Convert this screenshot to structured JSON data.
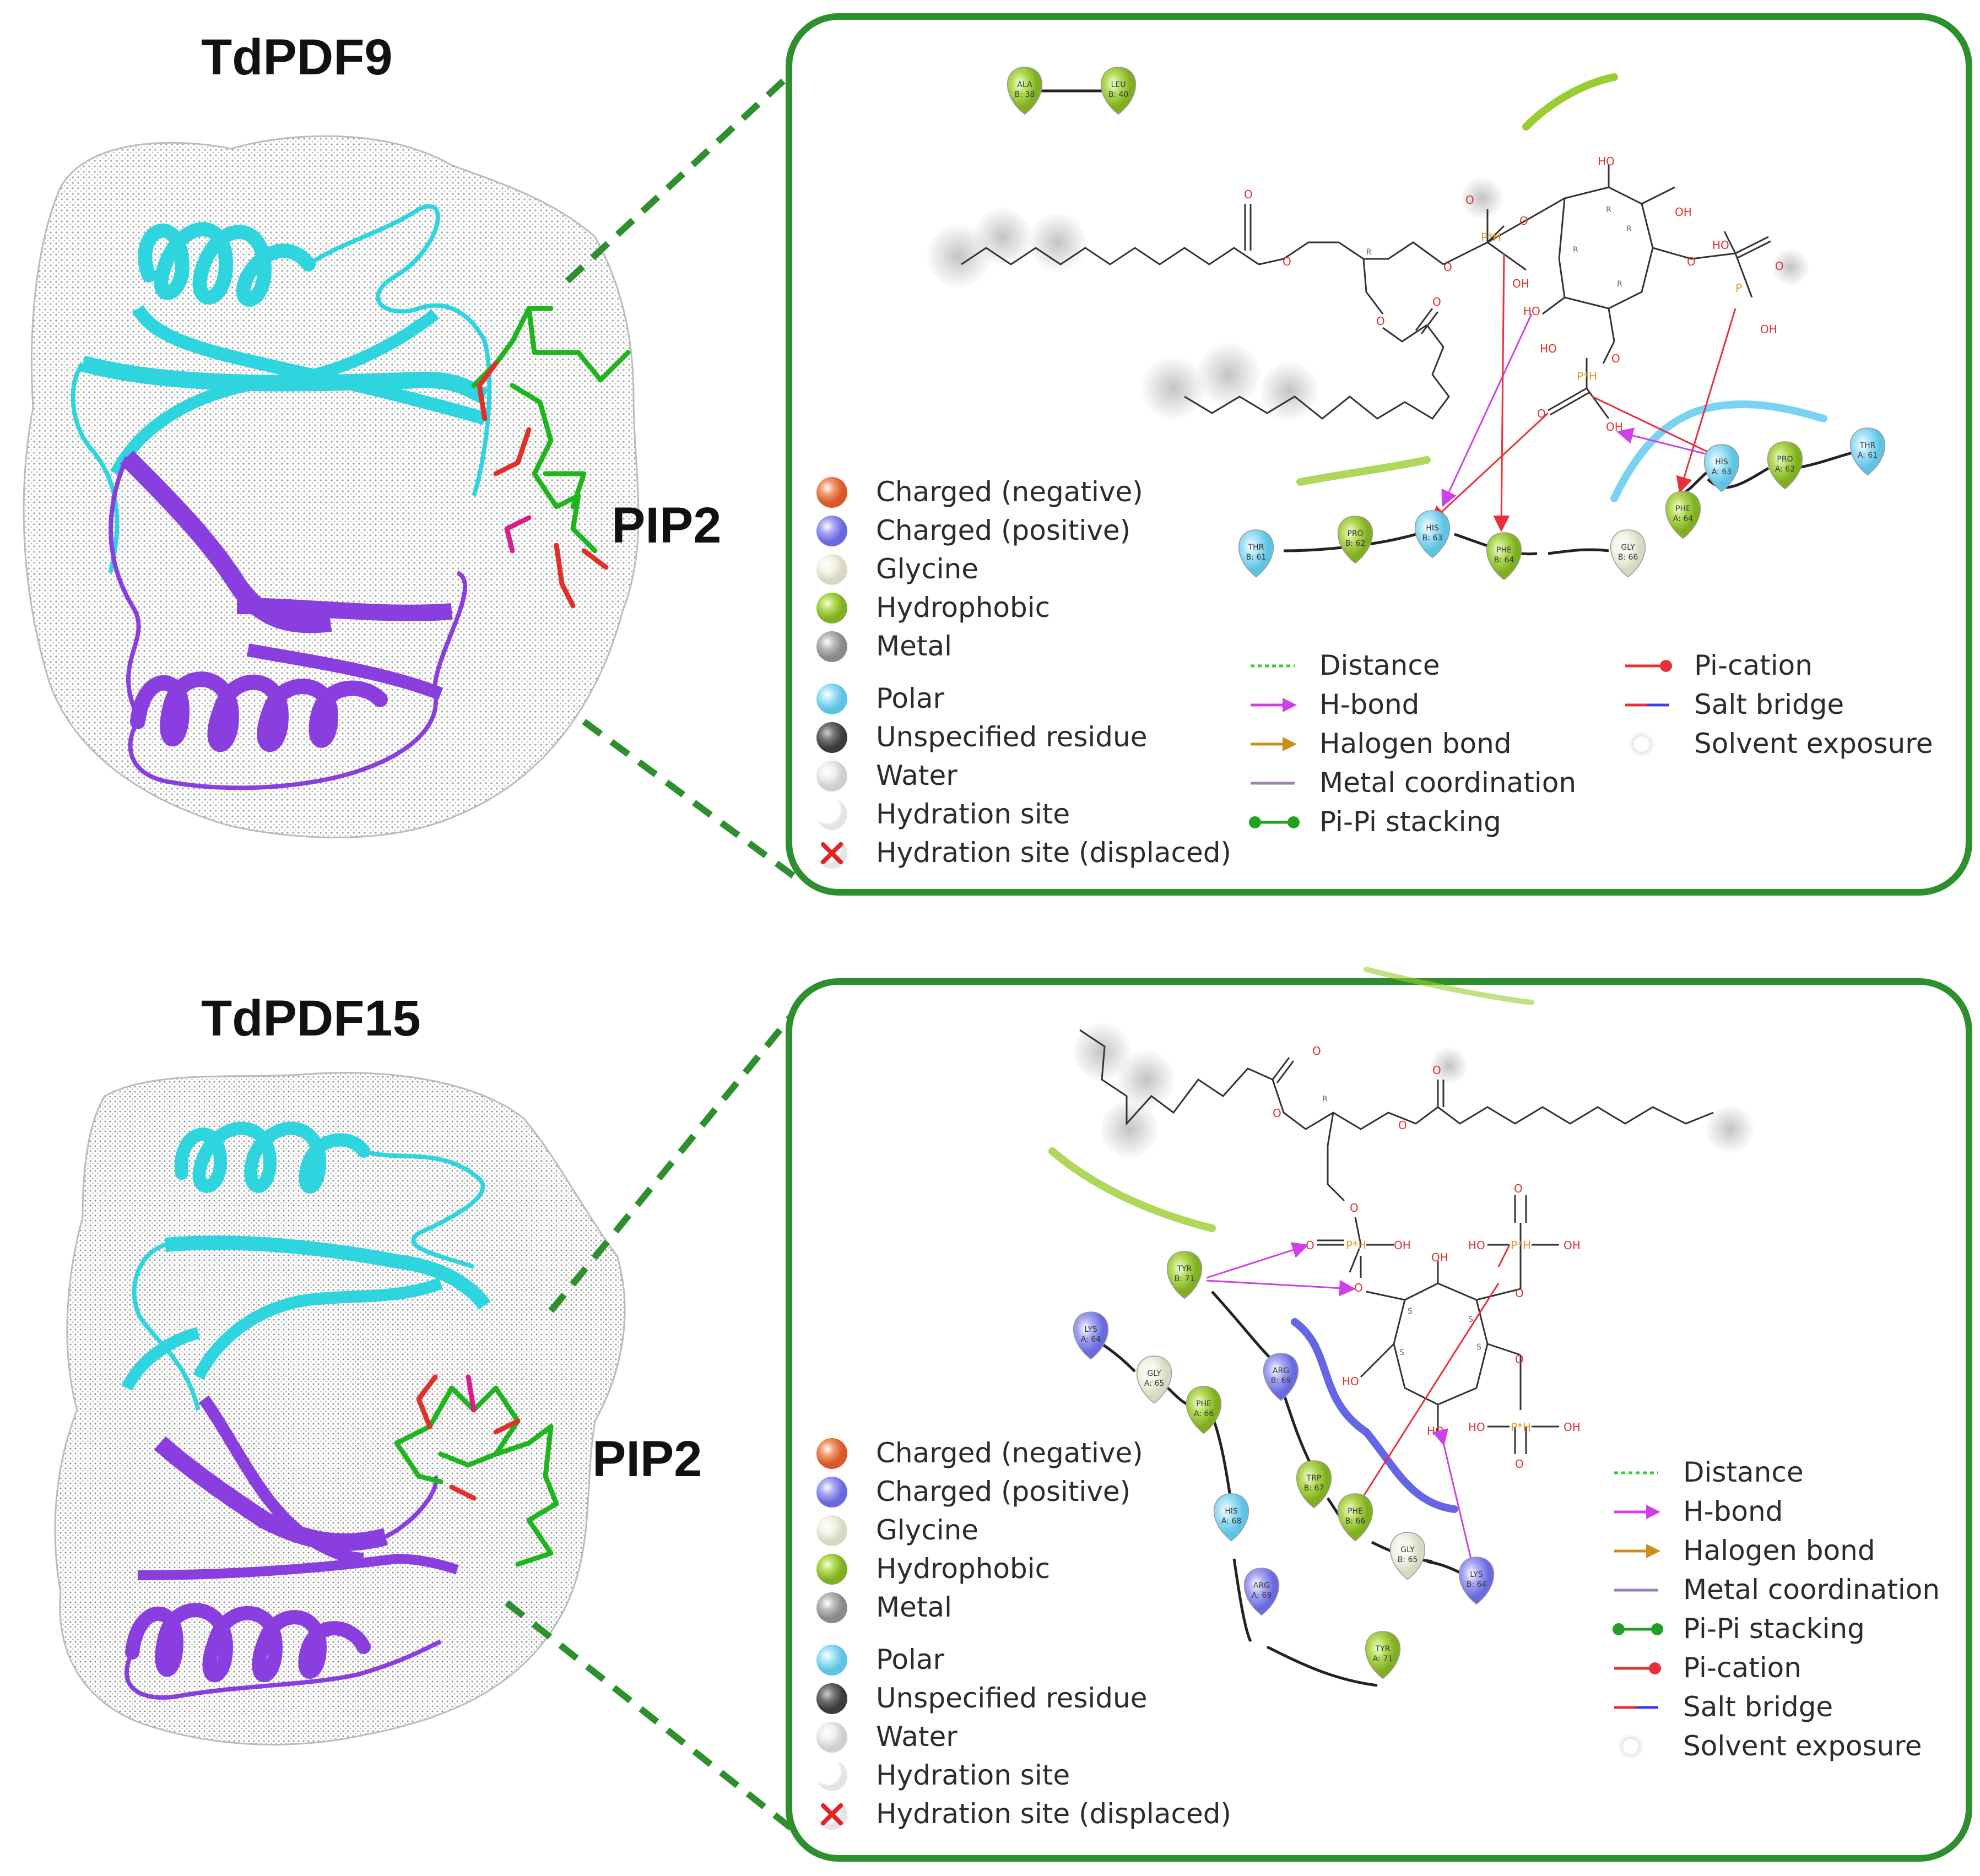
{
  "colors": {
    "panel_border": "#2d8f2d",
    "dash": "#2d8f2d",
    "cyan": "#2fd5de",
    "purple": "#8a3ee0",
    "ligand": "#1fb51f",
    "oxygen": "#e0302a",
    "phosphorus": "#e8962a",
    "hbond": "#d040e8",
    "picat": "#e8303a",
    "hydrophobic": "#9acd32",
    "polar": "#7fd8f0",
    "positive": "#8f8ff0",
    "glycine": "#efefd8"
  },
  "panels": [
    {
      "title": "TdPDF9",
      "ligand_label": "PIP2",
      "legend_residues": [
        {
          "label": "Charged (negative)",
          "color": "#f07848"
        },
        {
          "label": "Charged (positive)",
          "color": "#8f8ff0"
        },
        {
          "label": "Glycine",
          "color": "#f2f2e0"
        },
        {
          "label": "Hydrophobic",
          "color": "#9acd32"
        },
        {
          "label": "Metal",
          "color": "#a8a8a8"
        },
        {
          "label": "Polar",
          "color": "#8ddcf5"
        },
        {
          "label": "Unspecified residue",
          "color": "#7a7a7a"
        },
        {
          "label": "Water",
          "color": "#e6e6e6"
        },
        {
          "label": "Hydration site",
          "color": "#ffffff"
        },
        {
          "label": "Hydration site (displaced)",
          "color": "#e52222"
        }
      ],
      "legend_interactions_col1": [
        "Distance",
        "H-bond",
        "Halogen bond",
        "Metal coordination",
        "Pi-Pi stacking"
      ],
      "legend_interactions_col2": [
        "Pi-cation",
        "Salt bridge",
        "Solvent exposure"
      ],
      "residues": [
        {
          "name": "ALA",
          "id": "B: 38",
          "type": "hydrophobic"
        },
        {
          "name": "LEU",
          "id": "B: 40",
          "type": "hydrophobic"
        },
        {
          "name": "THR",
          "id": "B: 61",
          "type": "polar"
        },
        {
          "name": "PRO",
          "id": "B: 62",
          "type": "hydrophobic"
        },
        {
          "name": "HIS",
          "id": "B: 63",
          "type": "polar"
        },
        {
          "name": "PHE",
          "id": "B: 64",
          "type": "hydrophobic"
        },
        {
          "name": "GLY",
          "id": "B: 66",
          "type": "glycine"
        },
        {
          "name": "HIS",
          "id": "A: 63",
          "type": "polar"
        },
        {
          "name": "PRO",
          "id": "A: 62",
          "type": "hydrophobic"
        },
        {
          "name": "THR",
          "id": "A: 61",
          "type": "polar"
        },
        {
          "name": "PHE",
          "id": "A: 64",
          "type": "hydrophobic"
        }
      ]
    },
    {
      "title": "TdPDF15",
      "ligand_label": "PIP2",
      "legend_residues": [
        {
          "label": "Charged (negative)",
          "color": "#f07848"
        },
        {
          "label": "Charged (positive)",
          "color": "#8f8ff0"
        },
        {
          "label": "Glycine",
          "color": "#f2f2e0"
        },
        {
          "label": "Hydrophobic",
          "color": "#9acd32"
        },
        {
          "label": "Metal",
          "color": "#a8a8a8"
        },
        {
          "label": "Polar",
          "color": "#8ddcf5"
        },
        {
          "label": "Unspecified residue",
          "color": "#7a7a7a"
        },
        {
          "label": "Water",
          "color": "#e6e6e6"
        },
        {
          "label": "Hydration site",
          "color": "#ffffff"
        },
        {
          "label": "Hydration site (displaced)",
          "color": "#e52222"
        }
      ],
      "legend_interactions": [
        "Distance",
        "H-bond",
        "Halogen bond",
        "Metal coordination",
        "Pi-Pi stacking",
        "Pi-cation",
        "Salt bridge",
        "Solvent exposure"
      ],
      "residues": [
        {
          "name": "TYR",
          "id": "B: 71",
          "type": "hydrophobic"
        },
        {
          "name": "LYS",
          "id": "A: 64",
          "type": "positive"
        },
        {
          "name": "GLY",
          "id": "A: 65",
          "type": "glycine"
        },
        {
          "name": "PHE",
          "id": "A: 66",
          "type": "hydrophobic"
        },
        {
          "name": "ARG",
          "id": "B: 69",
          "type": "positive"
        },
        {
          "name": "TRP",
          "id": "B: 67",
          "type": "hydrophobic"
        },
        {
          "name": "PHE",
          "id": "B: 66",
          "type": "hydrophobic"
        },
        {
          "name": "GLY",
          "id": "B: 65",
          "type": "glycine"
        },
        {
          "name": "LYS",
          "id": "B: 64",
          "type": "positive"
        },
        {
          "name": "HIS",
          "id": "A: 68",
          "type": "polar"
        },
        {
          "name": "ARG",
          "id": "A: 69",
          "type": "positive"
        },
        {
          "name": "TYR",
          "id": "A: 71",
          "type": "hydrophobic"
        }
      ]
    }
  ],
  "atoms": {
    "oxygen": "O",
    "hydroxyl": "OH",
    "hydroxyl_left": "HO",
    "phosphorus": "P",
    "phosphorus_h": "P*H",
    "stereo_r": "R",
    "stereo_s": "S"
  }
}
